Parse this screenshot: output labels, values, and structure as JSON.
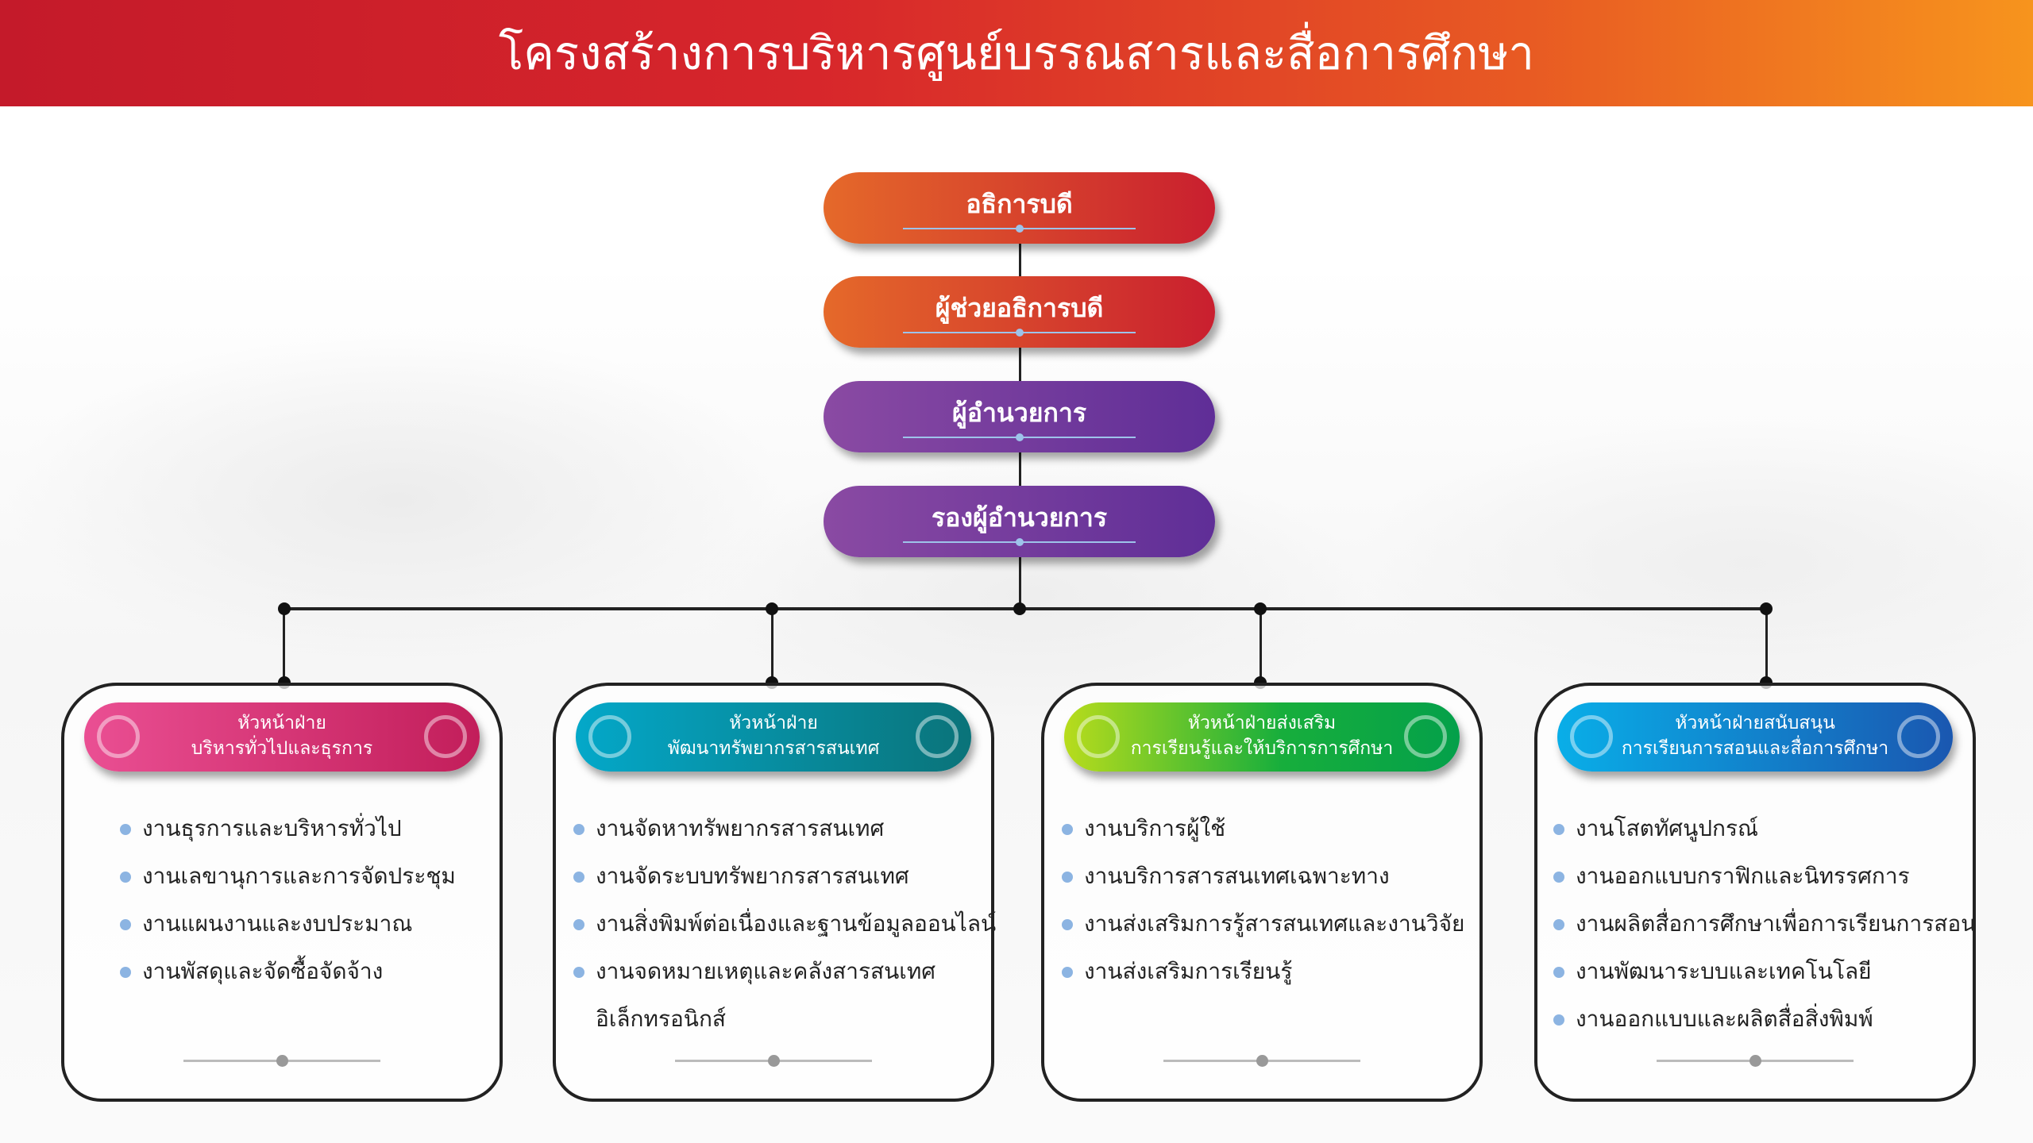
{
  "title": "โครงสร้างการบริหารศูนย์บรรณสารและสื่อการศึกษา",
  "hierarchy": [
    "อธิการบดี",
    "ผู้ช่วยอธิการบดี",
    "ผู้อำนวยการ",
    "รองผู้อำนวยการ"
  ],
  "colors": {
    "header_start": "#c41a2a",
    "header_end": "#f7941d",
    "bullet": "#8cb4e2"
  },
  "divisions": [
    {
      "title_line1": "หัวหน้าฝ่าย",
      "title_line2": "บริหารทั่วไปและธุรการ",
      "items": [
        "งานธุรการและบริหารทั่วไป",
        "งานเลขานุการและการจัดประชุม",
        "งานแผนงานและงบประมาณ",
        "งานพัสดุและจัดซื้อจัดจ้าง"
      ]
    },
    {
      "title_line1": "หัวหน้าฝ่าย",
      "title_line2": "พัฒนาทรัพยากรสารสนเทศ",
      "items": [
        "งานจัดหาทรัพยากรสารสนเทศ",
        "งานจัดระบบทรัพยากรสารสนเทศ",
        "งานสิ่งพิมพ์ต่อเนื่องและฐานข้อมูลออนไลน์",
        "งานจดหมายเหตุและคลังสารสนเทศ",
        "อิเล็กทรอนิกส์"
      ]
    },
    {
      "title_line1": "หัวหน้าฝ่ายส่งเสริม",
      "title_line2": "การเรียนรู้และให้บริการการศึกษา",
      "items": [
        "งานบริการผู้ใช้",
        "งานบริการสารสนเทศเฉพาะทาง",
        "งานส่งเสริมการรู้สารสนเทศและงานวิจัย",
        "งานส่งเสริมการเรียนรู้"
      ]
    },
    {
      "title_line1": "หัวหน้าฝ่ายสนับสนุน",
      "title_line2": "การเรียนการสอนและสื่อการศึกษา",
      "items": [
        "งานโสตทัศนูปกรณ์",
        "งานออกแบบกราฟิกและนิทรรศการ",
        "งานผลิตสื่อการศึกษาเพื่อการเรียนการสอน",
        "งานพัฒนาระบบและเทคโนโลยี",
        "งานออกแบบและผลิตสื่อสิ่งพิมพ์"
      ]
    }
  ]
}
